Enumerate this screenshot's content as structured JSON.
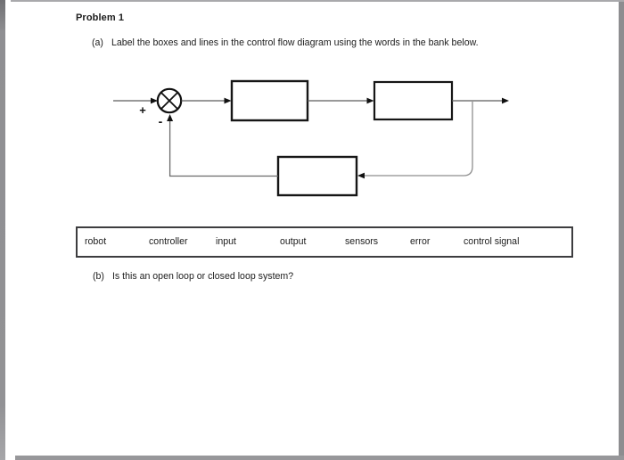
{
  "document": {
    "title": "Problem 1",
    "part_a": {
      "marker": "(a)",
      "text": "Label the boxes and lines in the control flow diagram using the words in the bank below."
    },
    "part_b": {
      "marker": "(b)",
      "text": "Is this an open loop or closed loop system?"
    }
  },
  "diagram": {
    "summing_junction": {
      "plus": "+",
      "minus": "-"
    },
    "blank_boxes_count": 3
  },
  "word_bank": {
    "words": [
      "robot",
      "controller",
      "input",
      "output",
      "sensors",
      "error",
      "control signal"
    ]
  },
  "colors": {
    "ink": "#1c1c1c",
    "box_border": "#161616",
    "thin_line": "#5c5c5c",
    "feedback_branch_line": "#8e8e8e",
    "scan_edge": "#8f8f92"
  }
}
